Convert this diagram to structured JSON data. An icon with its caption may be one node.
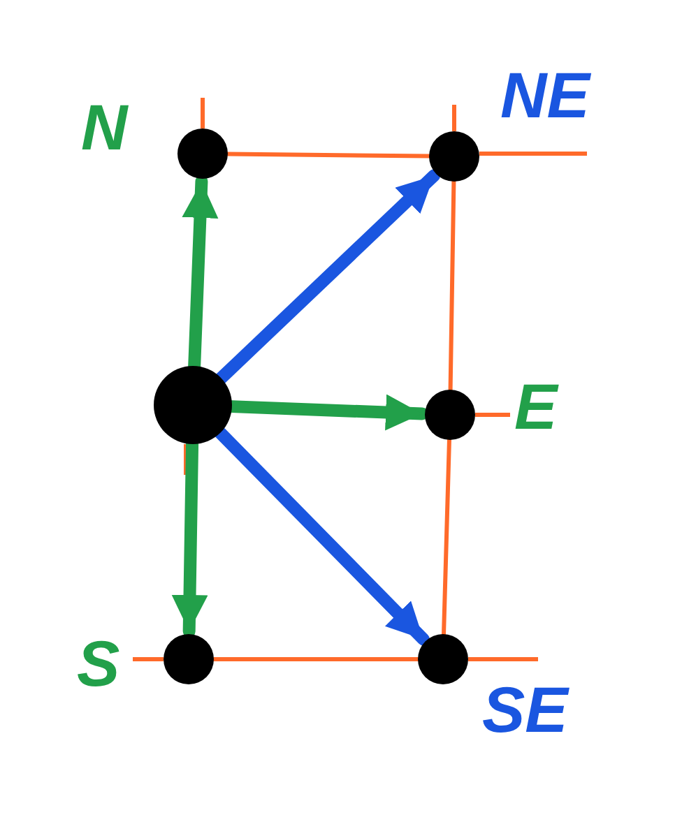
{
  "diagram": {
    "nodes": [
      {
        "text": [],
        "shape": "circle"
      },
      {
        "text": [],
        "shape": "circle",
        "beside": [
          "N"
        ]
      },
      {
        "text": [],
        "shape": "circle",
        "beside": [
          "NE"
        ]
      },
      {
        "text": [],
        "shape": "circle",
        "beside": [
          "E"
        ]
      },
      {
        "text": [],
        "shape": "circle",
        "beside": [
          "S"
        ]
      },
      {
        "text": [],
        "shape": "circle",
        "beside": [
          "SE"
        ]
      }
    ],
    "edges": [
      {
        "from": 1,
        "to": 2,
        "arrow": "none"
      },
      {
        "from": 2,
        "to": 3,
        "arrow": "none"
      },
      {
        "from": 3,
        "to": 5,
        "arrow": "none"
      },
      {
        "from": 4,
        "to": 5,
        "arrow": "none"
      },
      {
        "from": 0,
        "to": 1,
        "arrow": "to",
        "color": "#22a04a"
      },
      {
        "from": 0,
        "to": 2,
        "arrow": "to",
        "color": "#1a56e0"
      },
      {
        "from": 0,
        "to": 3,
        "arrow": "to",
        "color": "#22a04a"
      },
      {
        "from": 0,
        "to": 4,
        "arrow": "to",
        "color": "#22a04a"
      },
      {
        "from": 0,
        "to": 5,
        "arrow": "to",
        "color": "#1a56e0"
      }
    ]
  }
}
